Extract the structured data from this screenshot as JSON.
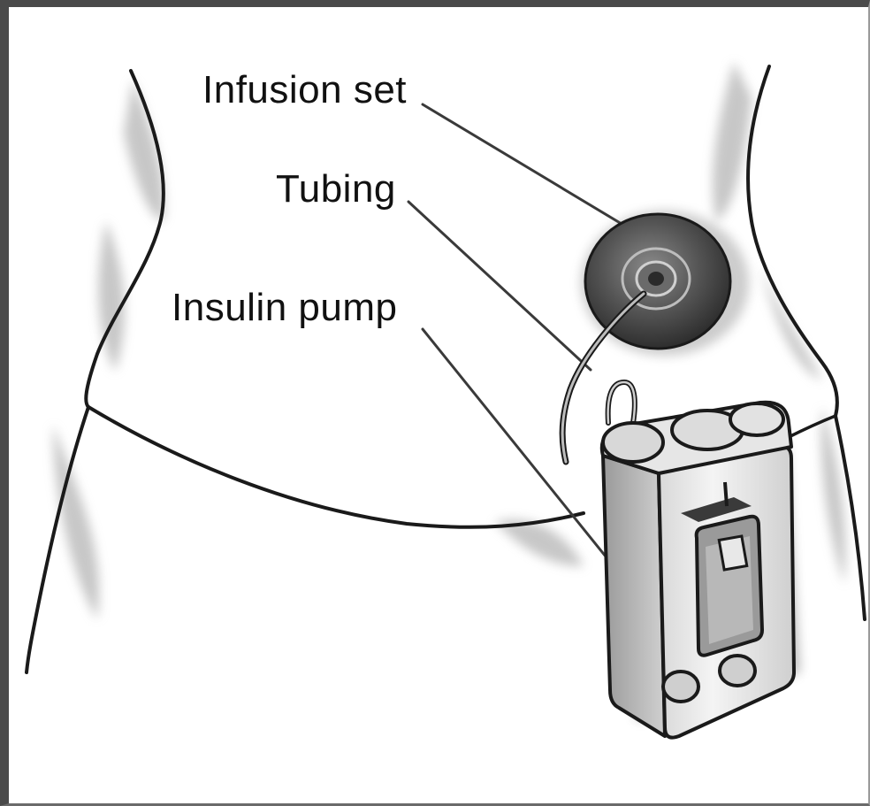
{
  "labels": {
    "infusion_set": "Infusion set",
    "tubing": "Tubing",
    "insulin_pump": "Insulin pump"
  },
  "colors": {
    "ink": "#1a1a1a",
    "frame": "#4a4a4a",
    "shade": "#8c8c8c",
    "device_dark": "#3a3a3a"
  },
  "icons": {
    "body": "torso-outline",
    "infusion_set": "infusion-set-disc",
    "pump": "insulin-pump-device"
  }
}
